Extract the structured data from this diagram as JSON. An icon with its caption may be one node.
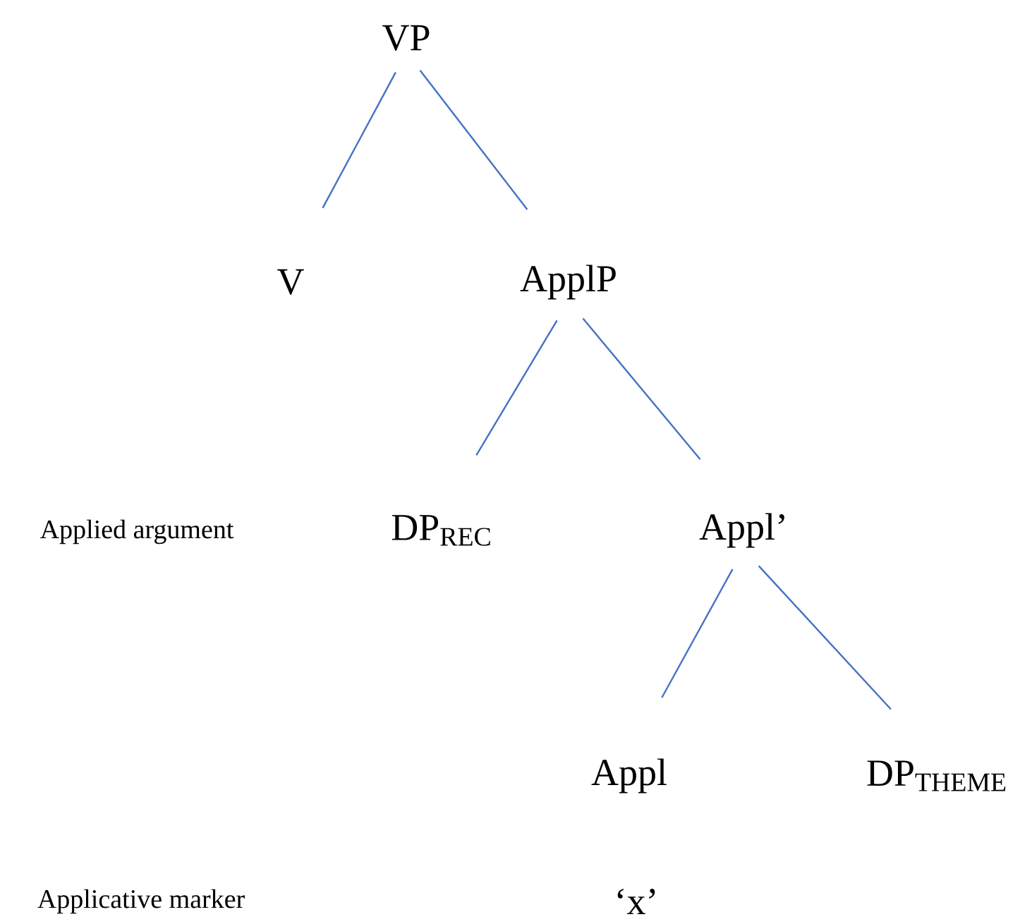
{
  "diagram": {
    "nodes": [
      {
        "text": [
          "VP"
        ]
      },
      {
        "text": [
          "V"
        ]
      },
      {
        "text": [
          "ApplP"
        ]
      },
      {
        "text": [
          "DP$_{REC}$"
        ]
      },
      {
        "text": [
          "Appl’"
        ]
      },
      {
        "text": [
          "Appl"
        ]
      },
      {
        "text": [
          "DP$_{THEME}$"
        ]
      }
    ],
    "edges": [
      {
        "from": 0,
        "to": 1,
        "arrow": "none"
      },
      {
        "from": 0,
        "to": 2,
        "arrow": "none"
      },
      {
        "from": 2,
        "to": 3,
        "arrow": "none"
      },
      {
        "from": 2,
        "to": 4,
        "arrow": "none"
      },
      {
        "from": 4,
        "to": 5,
        "arrow": "none"
      },
      {
        "from": 4,
        "to": 6,
        "arrow": "none"
      }
    ],
    "labels": [
      "Applied argument",
      "Applicative marker",
      "‘x’"
    ]
  }
}
